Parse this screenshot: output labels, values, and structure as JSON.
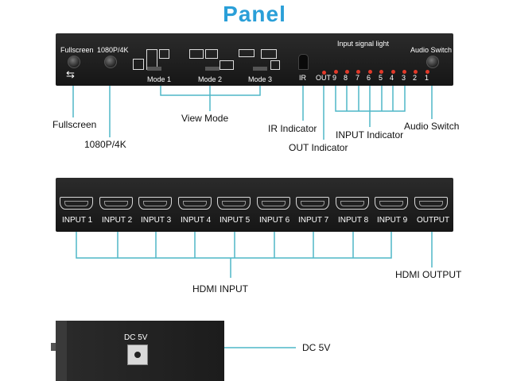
{
  "title": "Panel",
  "front_panel": {
    "fullscreen": "Fullscreen",
    "res_button": "1080P/4K",
    "mode1": "Mode 1",
    "mode2": "Mode 2",
    "mode3": "Mode 3",
    "ir": "IR",
    "input_signal_light": "Input signal light",
    "audio_switch": "Audio Switch",
    "out": "OUT",
    "leds": [
      "9",
      "8",
      "7",
      "6",
      "5",
      "4",
      "3",
      "2",
      "1"
    ]
  },
  "callouts": {
    "fullscreen": "Fullscreen",
    "res": "1080P/4K",
    "view_mode": "View Mode",
    "ir_indicator": "IR Indicator",
    "out_indicator": "OUT Indicator",
    "input_indicator": "INPUT Indicator",
    "audio_switch": "Audio Switch",
    "hdmi_input": "HDMI INPUT",
    "hdmi_output": "HDMI OUTPUT",
    "dc": "DC 5V"
  },
  "rear_panel": {
    "ports": [
      "INPUT 1",
      "INPUT 2",
      "INPUT 3",
      "INPUT 4",
      "INPUT 5",
      "INPUT 6",
      "INPUT 7",
      "INPUT 8",
      "INPUT 9",
      "OUTPUT"
    ]
  },
  "side_panel": {
    "dc": "DC 5V"
  },
  "colors": {
    "title": "#2a9fd8",
    "callout_line": "#4fb7c7",
    "led": "#e23a2a",
    "panel": "#1e1e1e"
  }
}
